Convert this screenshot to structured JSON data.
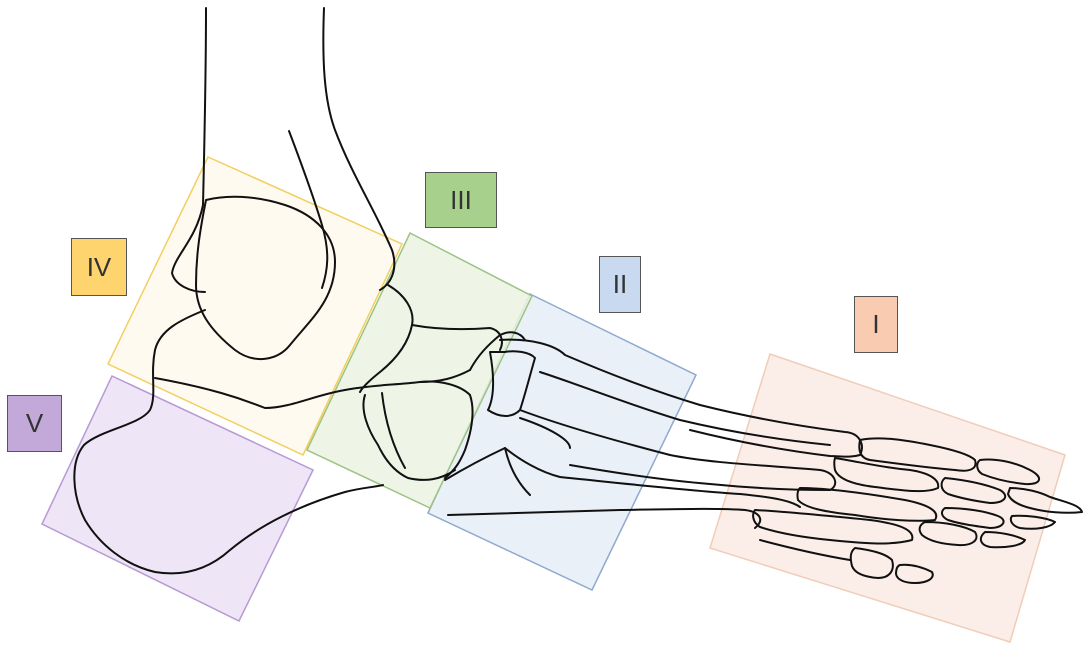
{
  "diagram": {
    "zones": [
      {
        "id": "I",
        "label": "I",
        "fill": "#fbeee8",
        "stroke": "#f0cdb8",
        "tag": "#f9cbb0"
      },
      {
        "id": "II",
        "label": "II",
        "fill": "#e6edf7",
        "stroke": "#8fa9cf",
        "tag": "#c9daf0"
      },
      {
        "id": "III",
        "label": "III",
        "fill": "#ebf3e3",
        "stroke": "#9dc383",
        "tag": "#a8d08d"
      },
      {
        "id": "IV",
        "label": "IV",
        "fill": "#fff9ee",
        "stroke": "#f2cf5f",
        "tag": "#fdd46d"
      },
      {
        "id": "V",
        "label": "V",
        "fill": "#ece2f5",
        "stroke": "#b79ad3",
        "tag": "#c3a9d9"
      }
    ],
    "outline_color": "#111111"
  }
}
